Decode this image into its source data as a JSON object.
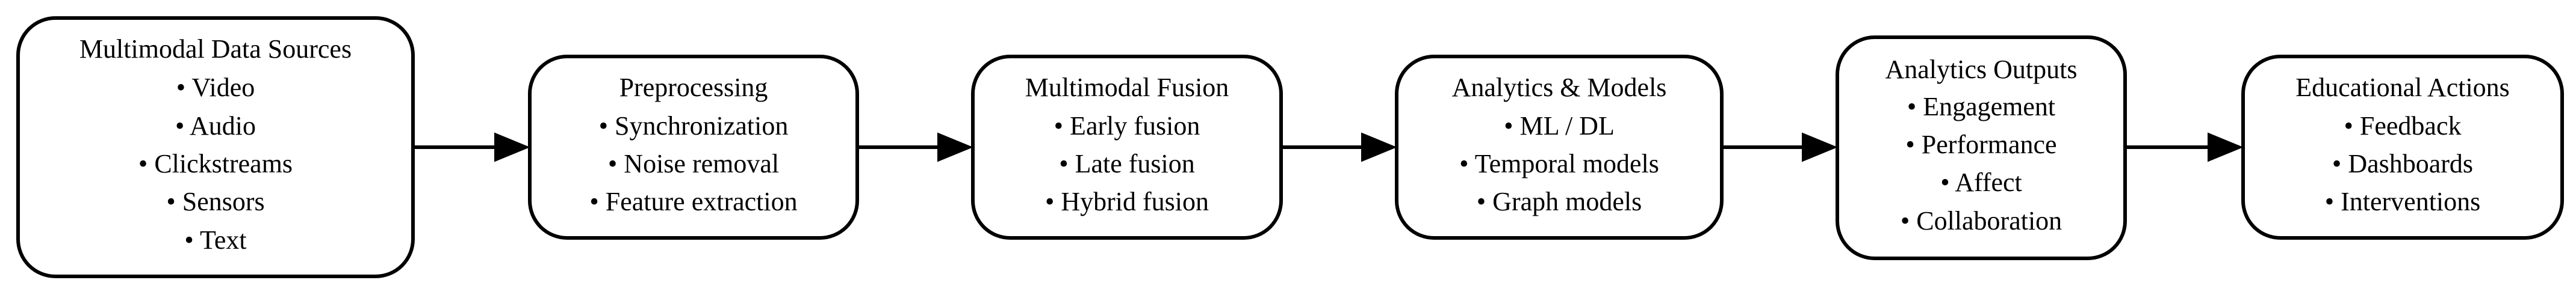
{
  "diagram": {
    "nodes": [
      {
        "id": "sources",
        "title": "Multimodal Data Sources",
        "items": [
          "• Video",
          "• Audio",
          "• Clickstreams",
          "• Sensors",
          "• Text"
        ]
      },
      {
        "id": "preprocessing",
        "title": "Preprocessing",
        "items": [
          "• Synchronization",
          "• Noise removal",
          "• Feature extraction"
        ]
      },
      {
        "id": "fusion",
        "title": "Multimodal Fusion",
        "items": [
          "• Early fusion",
          "• Late fusion",
          "• Hybrid fusion"
        ]
      },
      {
        "id": "models",
        "title": "Analytics & Models",
        "items": [
          "• ML / DL",
          "• Temporal models",
          "• Graph models"
        ]
      },
      {
        "id": "outputs",
        "title": "Analytics Outputs",
        "items": [
          "• Engagement",
          "• Performance",
          "• Affect",
          "• Collaboration"
        ]
      },
      {
        "id": "actions",
        "title": "Educational Actions",
        "items": [
          "• Feedback",
          "• Dashboards",
          "• Interventions"
        ]
      }
    ],
    "edges": [
      {
        "from": "sources",
        "to": "preprocessing"
      },
      {
        "from": "preprocessing",
        "to": "fusion"
      },
      {
        "from": "fusion",
        "to": "models"
      },
      {
        "from": "models",
        "to": "outputs"
      },
      {
        "from": "outputs",
        "to": "actions"
      }
    ]
  }
}
